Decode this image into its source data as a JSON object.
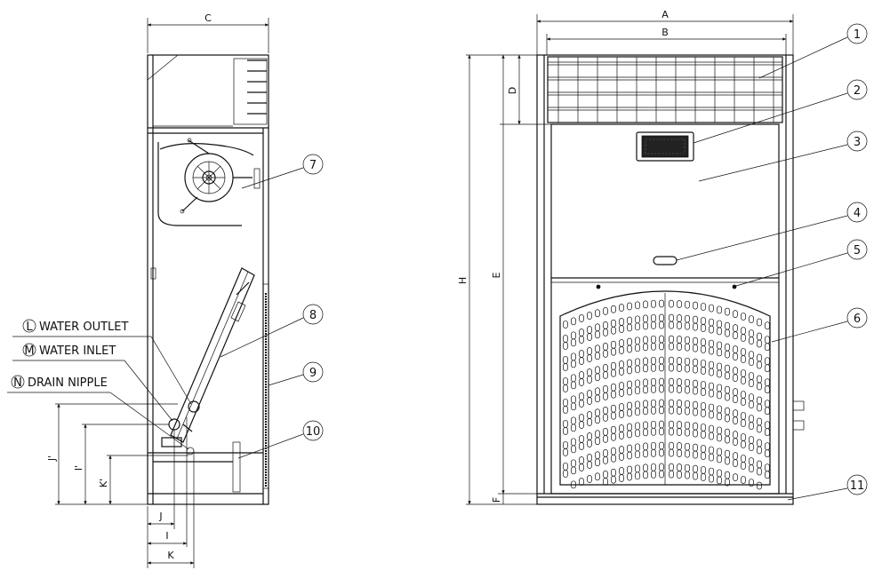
{
  "side_view": {
    "dims": {
      "c": "C",
      "j_prime": "J'",
      "i_prime": "I'",
      "k_prime": "K'",
      "j": "J",
      "i": "I",
      "k": "K"
    },
    "connections": [
      {
        "letter": "L",
        "label": "WATER OUTLET"
      },
      {
        "letter": "M",
        "label": "WATER INLET"
      },
      {
        "letter": "N",
        "label": "DRAIN NIPPLE"
      }
    ],
    "callouts": [
      "7",
      "8",
      "9",
      "10"
    ]
  },
  "front_view": {
    "dims": {
      "a": "A",
      "b": "B",
      "d": "D",
      "h": "H",
      "e": "E",
      "f": "F"
    },
    "callouts": [
      "1",
      "2",
      "3",
      "4",
      "5",
      "6",
      "11"
    ]
  },
  "colors": {
    "line": "#111111",
    "background": "#ffffff"
  }
}
